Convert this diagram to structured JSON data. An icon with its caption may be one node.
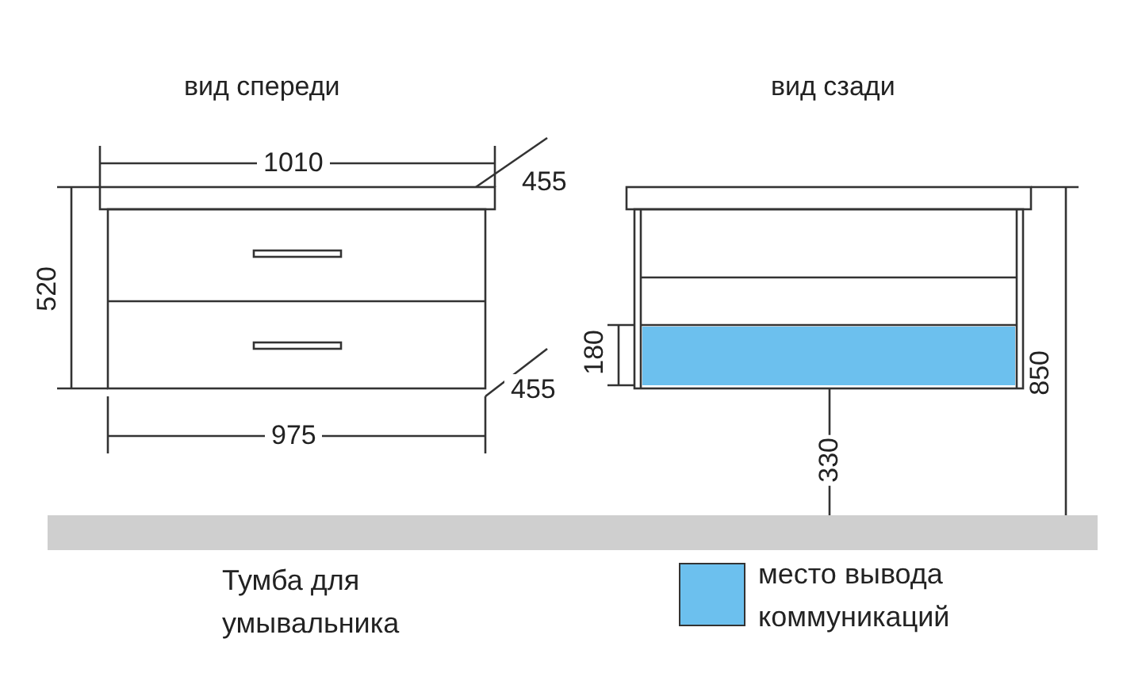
{
  "diagram": {
    "caption": "Тумба для умывальника",
    "labels": [
      "вид спереди",
      "вид сзади",
      "1010",
      "455",
      "520",
      "455",
      "975",
      "180",
      "850",
      "330"
    ],
    "legend": [
      {
        "text": "место вывода коммуникаций",
        "color": "#6cc0ee"
      }
    ]
  }
}
